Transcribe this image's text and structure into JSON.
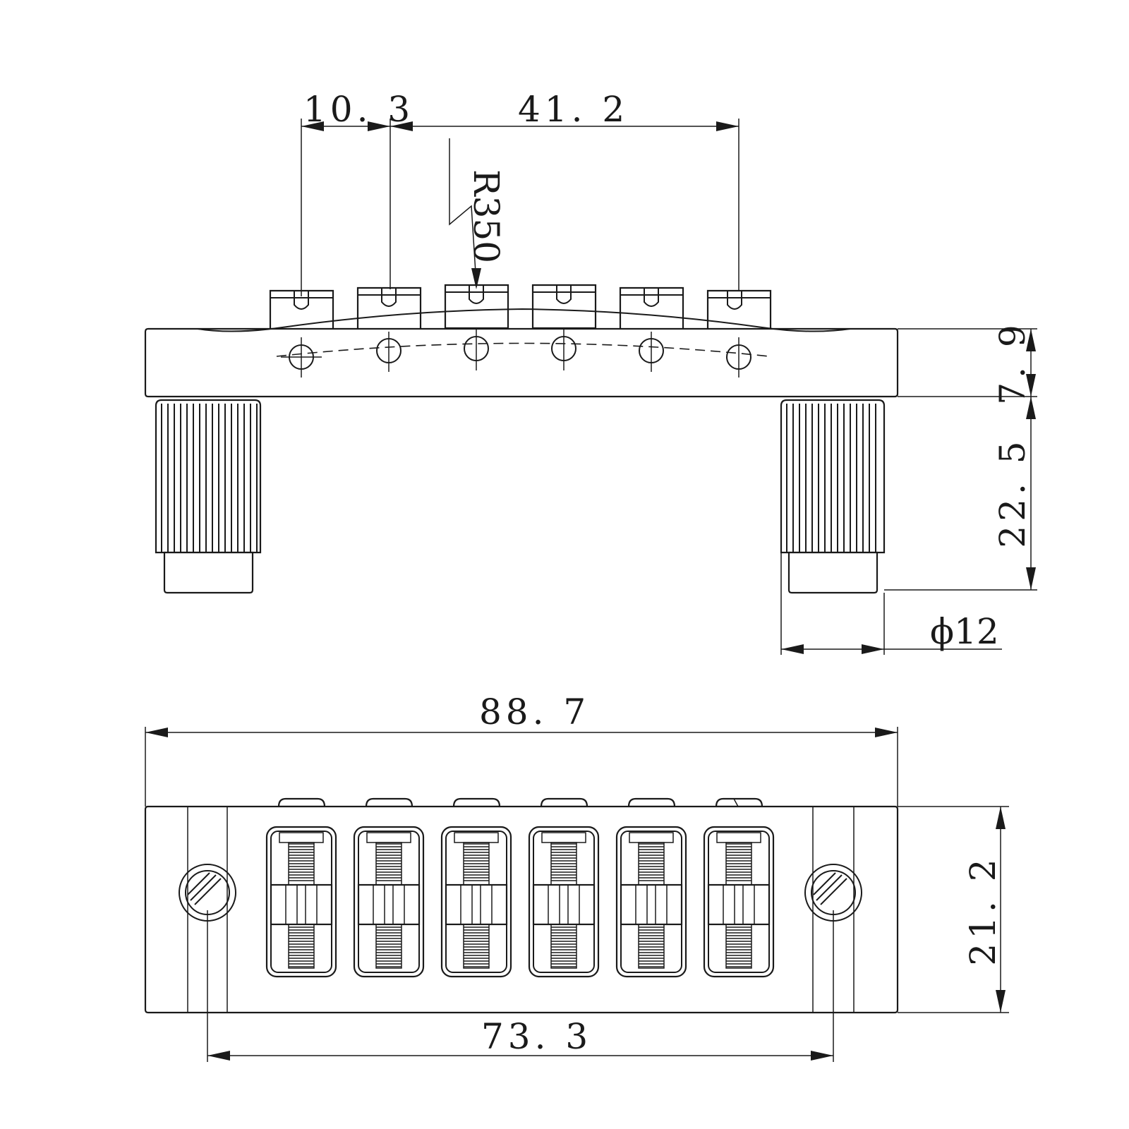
{
  "side_view": {
    "dimensions": {
      "saddle_offset": "10. 3",
      "saddle_span": "41. 2",
      "radius": "R350",
      "body_height": "7. 9",
      "post_height": "22. 5",
      "post_diameter": "ϕ12"
    }
  },
  "top_view": {
    "dimensions": {
      "overall_length": "88. 7",
      "stud_spacing": "73. 3",
      "body_width": "21. 2"
    }
  }
}
